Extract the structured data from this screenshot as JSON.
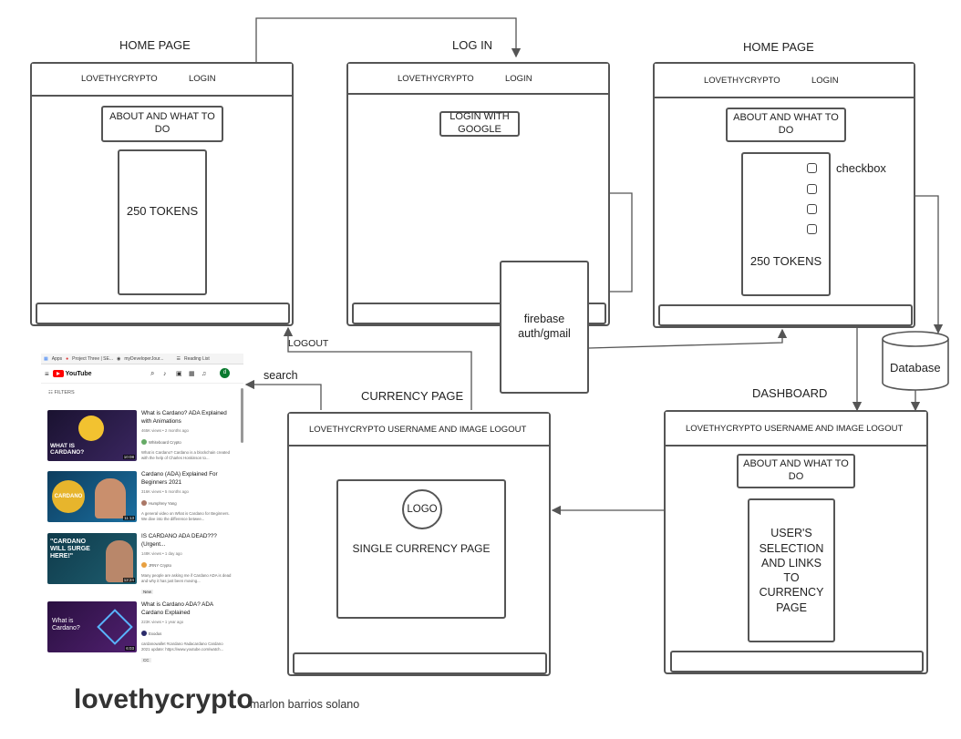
{
  "titles": {
    "home1": "HOME PAGE",
    "login": "LOG IN",
    "home2": "HOME PAGE",
    "currency": "CURRENCY PAGE",
    "dashboard": "DASHBOARD"
  },
  "home1": {
    "brand": "LOVETHYCRYPTO",
    "login": "LOGIN",
    "about": "ABOUT AND WHAT TO DO",
    "tokens": "250 TOKENS"
  },
  "loginpage": {
    "brand": "LOVETHYCRYPTO",
    "login": "LOGIN",
    "google": "LOGIN WITH GOOGLE"
  },
  "home2": {
    "brand": "LOVETHYCRYPTO",
    "login": "LOGIN",
    "about": "ABOUT AND WHAT TO DO",
    "tokens": "250 TOKENS",
    "checkbox_label": "checkbox"
  },
  "firebase": "firebase auth/gmail",
  "database": "Database",
  "labels": {
    "logout": "LOGOUT",
    "search": "search"
  },
  "currency": {
    "header": "LOVETHYCRYPTO USERNAME AND  IMAGE   LOGOUT",
    "logo": "LOGO",
    "single": "SINGLE CURRENCY PAGE"
  },
  "dashboard": {
    "header": "LOVETHYCRYPTO USERNAME AND  IMAGE   LOGOUT",
    "about": "ABOUT AND WHAT TO DO",
    "selection": "USER'S SELECTION AND LINKS TO CURRENCY PAGE"
  },
  "footer": {
    "brand": "lovethycrypto",
    "author": "marlon barrios solano"
  },
  "youtube": {
    "bookmarks": [
      "Apps",
      "Project Three | SE...",
      "myDeveloperJour...",
      "Reading List"
    ],
    "logo": "YouTube",
    "filters": "FILTERS",
    "videos": [
      {
        "title": "What is Cardano? ADA Explained with Animations",
        "meta": "465K views • 2 months ago",
        "channel": "Whiteboard Crypto",
        "desc": "What is Cardano? Cardano is a blockchain created with the help of Charles Hoskinson to...",
        "duration": "10:08",
        "thumb_text": "WHAT IS CARDANO?"
      },
      {
        "title": "Cardano (ADA) Explained For Beginners 2021",
        "meta": "316K views • 5 months ago",
        "channel": "Humphrey Yang",
        "desc": "A general video on What is Cardano for Beginners. We dive into the difference betwee...",
        "duration": "11:13",
        "thumb_text": "CARDANO"
      },
      {
        "title": "IS CARDANO ADA DEAD??? (Urgent...",
        "meta": "148K views • 1 day ago",
        "channel": "JRNY Crypto",
        "desc": "Many people are asking me if Cardano ADA is dead and why it has just been moving...",
        "duration": "12:24",
        "thumb_text": "\"CARDANO WILL SURGE HERE!\"",
        "badge": "New"
      },
      {
        "title": "What is Cardano ADA? ADA Cardano Explained",
        "meta": "223K views • 1 year ago",
        "channel": "Exodus",
        "desc": "cardanowallet #cardano #adacardano Cardano 2021 update: https://www.youtube.com/watch...",
        "duration": "6:03",
        "thumb_text": "What is Cardano?",
        "badge": "CC"
      }
    ]
  }
}
